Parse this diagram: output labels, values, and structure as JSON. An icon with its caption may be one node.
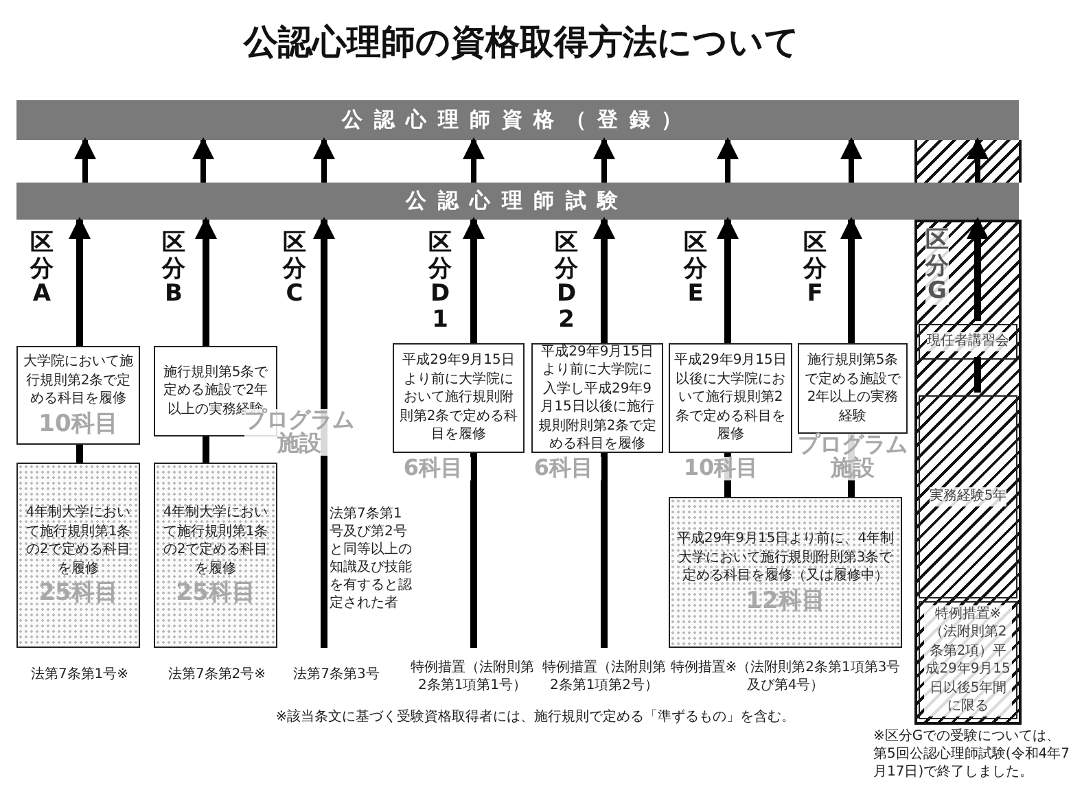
{
  "diagram": {
    "title": "公認心理師の資格取得方法について",
    "nodes": [
      {
        "text": [
          "公認心理師資格（登録）"
        ]
      },
      {
        "text": [
          "公認心理師試験"
        ]
      },
      {
        "text": [
          "大学院において施行規則第2条で定める科目を履修",
          "10科目"
        ]
      },
      {
        "text": [
          "4年制大学において施行規則第1条の2で定める科目を履修",
          "25科目"
        ]
      },
      {
        "text": [
          "施行規則第5条で定める施設で2年以上の実務経験"
        ],
        "beside": [
          "プログラム施設"
        ]
      },
      {
        "text": [
          "4年制大学において施行規則第1条の2で定める科目を履修",
          "25科目"
        ]
      },
      {
        "text": [
          "平成29年9月15日より前に大学院において施行規則附則第2条で定める科目を履修"
        ],
        "beside": [
          "6科目"
        ]
      },
      {
        "text": [
          "平成29年9月15日より前に大学院に入学し平成29年9月15日以後に施行規則附則第2条で定める科目を履修"
        ],
        "beside": [
          "6科目"
        ]
      },
      {
        "text": [
          "平成29年9月15日以後に大学院において施行規則第2条で定める科目を履修"
        ],
        "beside": [
          "10科目"
        ]
      },
      {
        "text": [
          "施行規則第5条で定める施設で2年以上の実務経験"
        ],
        "beside": [
          "プログラム施設"
        ]
      },
      {
        "text": [
          "平成29年9月15日より前に、4年制大学において施行規則附則第3条で定める科目を履修（又は履修中）",
          "12科目"
        ]
      },
      {
        "text": [],
        "shape": "box"
      },
      {
        "text": [
          "現任者講習会"
        ],
        "in": 11
      },
      {
        "text": [
          "実務経験5年"
        ],
        "in": 11
      },
      {
        "text": [
          "特例措置※（法附則第2条第2項）平成29年9月15日以後5年間に限る"
        ],
        "in": 11
      }
    ],
    "edges": [
      {
        "from": 1,
        "to": 0,
        "arrow": "to"
      },
      {
        "from": 1,
        "to": 0,
        "arrow": "to"
      },
      {
        "from": 1,
        "to": 0,
        "arrow": "to"
      },
      {
        "from": 1,
        "to": 0,
        "arrow": "to"
      },
      {
        "from": 1,
        "to": 0,
        "arrow": "to"
      },
      {
        "from": 1,
        "to": 0,
        "arrow": "to"
      },
      {
        "from": 1,
        "to": 0,
        "arrow": "to"
      },
      {
        "from": 1,
        "to": 0,
        "arrow": "to"
      },
      {
        "from": 3,
        "to": 2,
        "arrow": "none"
      },
      {
        "from": 2,
        "to": 1,
        "arrow": "to"
      },
      {
        "from": 5,
        "to": 4,
        "arrow": "none"
      },
      {
        "from": 4,
        "to": 1,
        "arrow": "to"
      },
      {
        "from": null,
        "to": 1,
        "arrow": "to"
      },
      {
        "from": null,
        "to": 6,
        "arrow": "none"
      },
      {
        "from": 6,
        "to": 1,
        "arrow": "to"
      },
      {
        "from": null,
        "to": 7,
        "arrow": "none"
      },
      {
        "from": 7,
        "to": 1,
        "arrow": "to"
      },
      {
        "from": 10,
        "to": 8,
        "arrow": "none"
      },
      {
        "from": 8,
        "to": 1,
        "arrow": "to"
      },
      {
        "from": 10,
        "to": 9,
        "arrow": "none"
      },
      {
        "from": 9,
        "to": 1,
        "arrow": "to"
      },
      {
        "from": 13,
        "to": 12,
        "arrow": "none"
      },
      {
        "from": 12,
        "to": 1,
        "arrow": "to"
      }
    ],
    "labels": [
      "区分A",
      "区分B",
      "区分C",
      "区分D1",
      "区分D2",
      "区分E",
      "区分F",
      "区分G",
      "法第7条第1号及び第2号と同等以上の知識及び技能を有すると認定された者",
      "法第7条第1号※",
      "法第7条第2号※",
      "法第7条第3号",
      "特例措置（法附則第2条第1項第1号）",
      "特例措置（法附則第2条第1項第2号）",
      "特例措置※（法附則第2条第1項第3号及び第4号）",
      "※該当条文に基づく受験資格取得者には、施行規則で定める「準ずるもの」を含む。",
      "※区分Gでの受験については、第5回公認心理師試験(令和4年7月17日)で終了しました。"
    ]
  }
}
